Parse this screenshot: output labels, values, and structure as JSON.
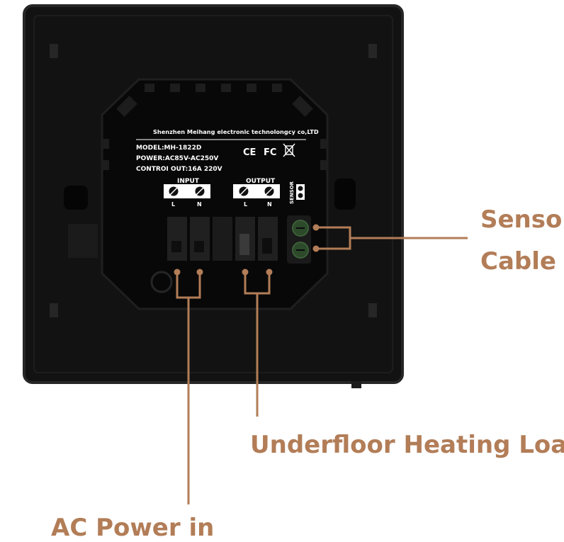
{
  "colors": {
    "accent": "#b27d57",
    "body": "#121212",
    "body_edge": "#262626",
    "module": "#080808",
    "label_bg": "#ffffff",
    "terminal_green": "#2c4a2a"
  },
  "product_label": {
    "manufacturer": "Shenzhen Meihang electronic technolongcy co,LTD",
    "model": "MODEL:MH-1822D",
    "power": "POWER:AC85V-AC250V",
    "control_out": "CONTROI OUT:16A 220V",
    "certifications": [
      "CE",
      "FC",
      "WEEE"
    ]
  },
  "terminals": {
    "input": {
      "title": "INPUT",
      "pins": [
        "L",
        "N"
      ]
    },
    "output": {
      "title": "OUTPUT",
      "pins": [
        "L",
        "N"
      ]
    },
    "sensor": {
      "title": "SENSOR"
    }
  },
  "callouts": {
    "sensor_line1": "Sensor",
    "sensor_line2": "Cable",
    "load": "Underfloor Heating Load",
    "power": "AC Power in"
  }
}
